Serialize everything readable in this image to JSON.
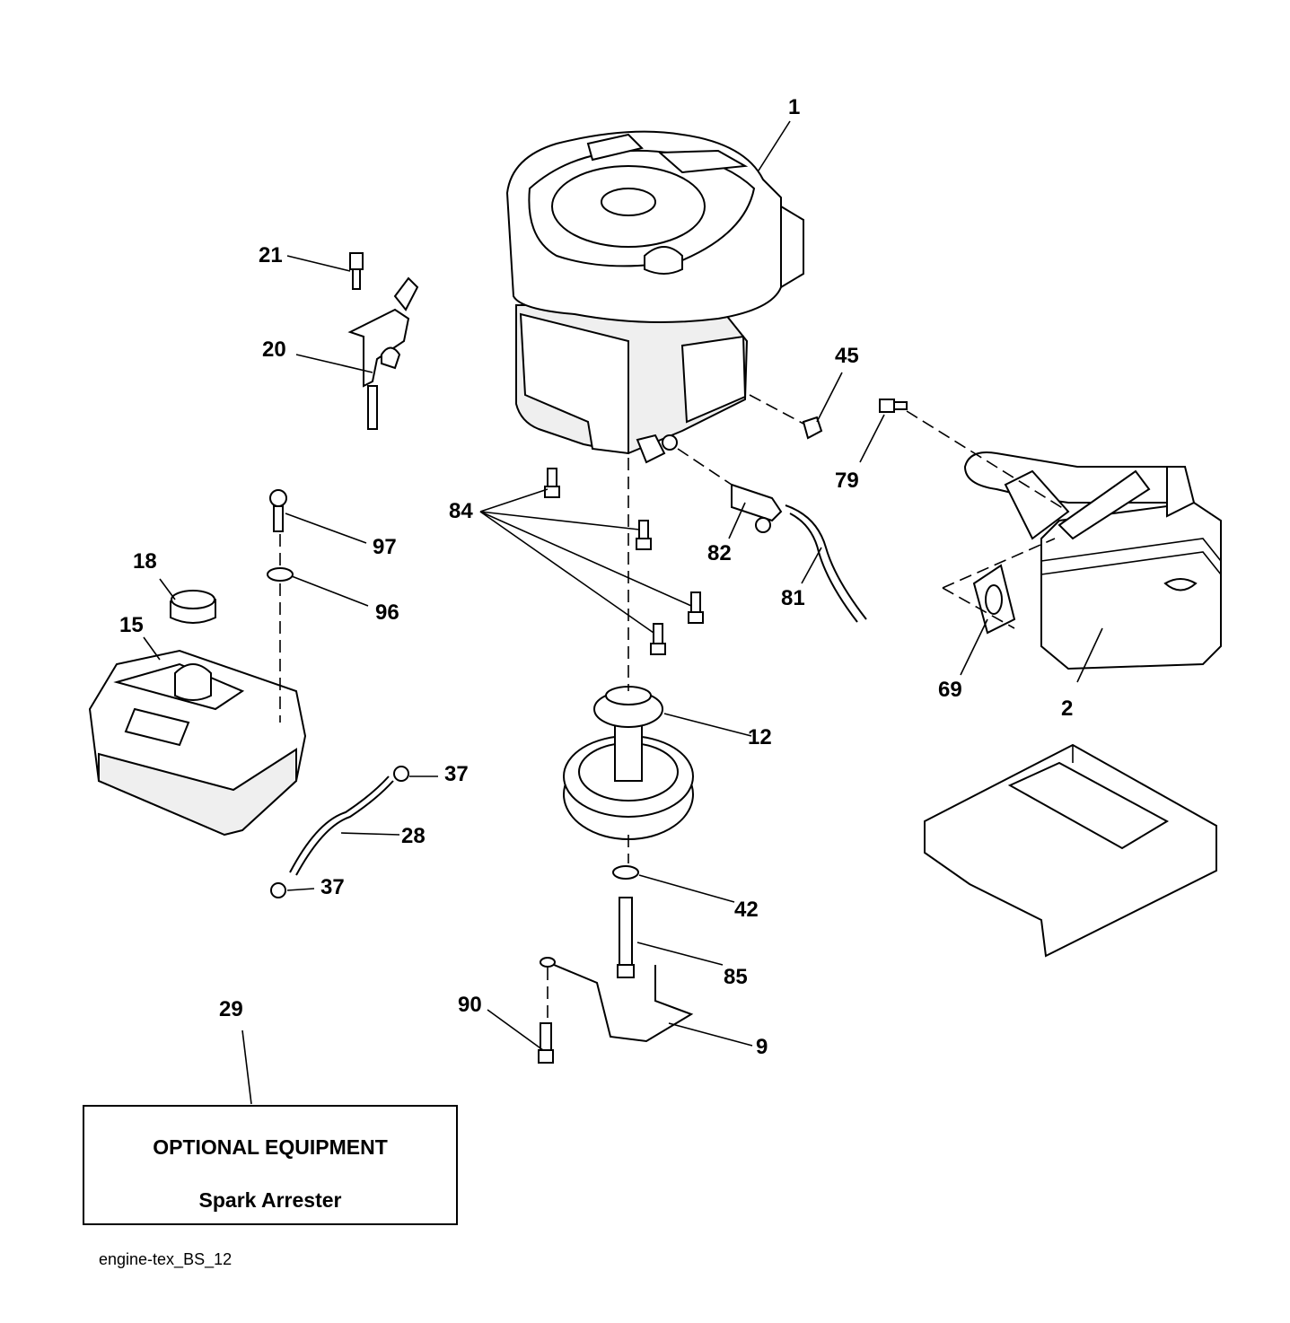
{
  "callouts": {
    "c1": "1",
    "c2": "2",
    "c9": "9",
    "c12": "12",
    "c15": "15",
    "c18": "18",
    "c20": "20",
    "c21": "21",
    "c28": "28",
    "c29": "29",
    "c37a": "37",
    "c37b": "37",
    "c42": "42",
    "c45": "45",
    "c69": "69",
    "c79": "79",
    "c81": "81",
    "c82": "82",
    "c84": "84",
    "c85": "85",
    "c90": "90",
    "c96": "96",
    "c97": "97"
  },
  "optional_box": {
    "title": "OPTIONAL EQUIPMENT",
    "item": "Spark Arrester"
  },
  "drawing_id": "engine-tex_BS_12"
}
